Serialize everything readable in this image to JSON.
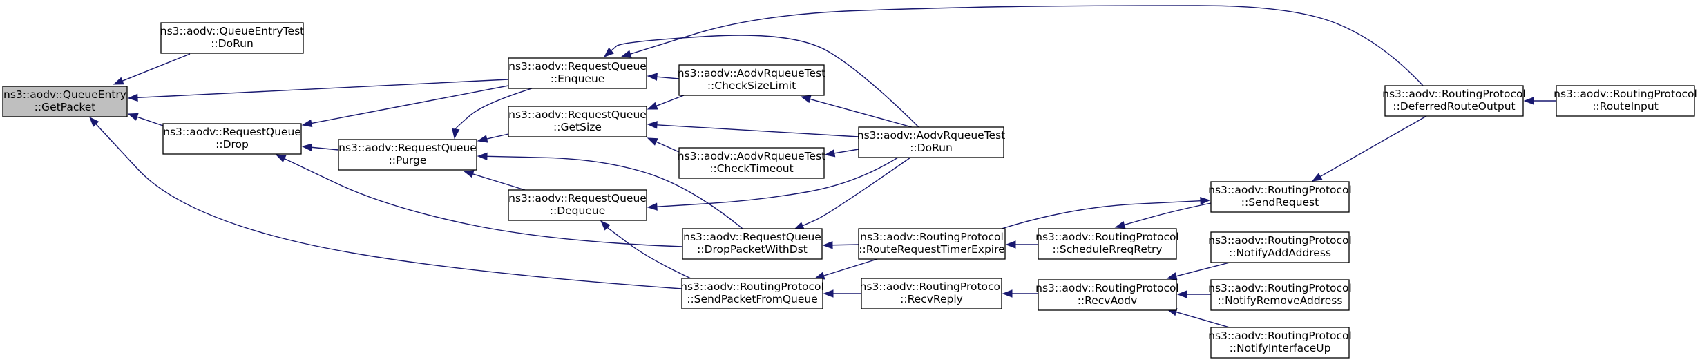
{
  "graph": {
    "nodes": [
      {
        "id": "getpacket",
        "lines": [
          "ns3::aodv::QueueEntry",
          "::GetPacket"
        ],
        "highlight": true
      },
      {
        "id": "qe_test_dorun",
        "lines": [
          "ns3::aodv::QueueEntryTest",
          "::DoRun"
        ]
      },
      {
        "id": "rq_drop",
        "lines": [
          "ns3::aodv::RequestQueue",
          "::Drop"
        ]
      },
      {
        "id": "rq_purge",
        "lines": [
          "ns3::aodv::RequestQueue",
          "::Purge"
        ]
      },
      {
        "id": "rq_enqueue",
        "lines": [
          "ns3::aodv::RequestQueue",
          "::Enqueue"
        ]
      },
      {
        "id": "rq_getsize",
        "lines": [
          "ns3::aodv::RequestQueue",
          "::GetSize"
        ]
      },
      {
        "id": "rq_dequeue",
        "lines": [
          "ns3::aodv::RequestQueue",
          "::Dequeue"
        ]
      },
      {
        "id": "rqt_checksizelimit",
        "lines": [
          "ns3::aodv::AodvRqueueTest",
          "::CheckSizeLimit"
        ]
      },
      {
        "id": "rqt_checktimeout",
        "lines": [
          "ns3::aodv::AodvRqueueTest",
          "::CheckTimeout"
        ]
      },
      {
        "id": "rq_droppacketwithdst",
        "lines": [
          "ns3::aodv::RequestQueue",
          "::DropPacketWithDst"
        ]
      },
      {
        "id": "rp_sendpacketfromqueue",
        "lines": [
          "ns3::aodv::RoutingProtocol",
          "::SendPacketFromQueue"
        ]
      },
      {
        "id": "rqt_dorun",
        "lines": [
          "ns3::aodv::AodvRqueueTest",
          "::DoRun"
        ]
      },
      {
        "id": "rp_routerequesttimerexpire",
        "lines": [
          "ns3::aodv::RoutingProtocol",
          "::RouteRequestTimerExpire"
        ]
      },
      {
        "id": "rp_recvreply",
        "lines": [
          "ns3::aodv::RoutingProtocol",
          "::RecvReply"
        ]
      },
      {
        "id": "rp_schedulerreqretry",
        "lines": [
          "ns3::aodv::RoutingProtocol",
          "::ScheduleRreqRetry"
        ]
      },
      {
        "id": "rp_recvaodv",
        "lines": [
          "ns3::aodv::RoutingProtocol",
          "::RecvAodv"
        ]
      },
      {
        "id": "rp_sendrequest",
        "lines": [
          "ns3::aodv::RoutingProtocol",
          "::SendRequest"
        ]
      },
      {
        "id": "rp_notifyaddaddress",
        "lines": [
          "ns3::aodv::RoutingProtocol",
          "::NotifyAddAddress"
        ]
      },
      {
        "id": "rp_notifyremoveaddress",
        "lines": [
          "ns3::aodv::RoutingProtocol",
          "::NotifyRemoveAddress"
        ]
      },
      {
        "id": "rp_notifyinterfaceup",
        "lines": [
          "ns3::aodv::RoutingProtocol",
          "::NotifyInterfaceUp"
        ]
      },
      {
        "id": "rp_deferredrouteoutput",
        "lines": [
          "ns3::aodv::RoutingProtocol",
          "::DeferredRouteOutput"
        ]
      },
      {
        "id": "rp_routeinput",
        "lines": [
          "ns3::aodv::RoutingProtocol",
          "::RouteInput"
        ]
      }
    ],
    "edges": [
      {
        "from": "qe_test_dorun",
        "to": "getpacket"
      },
      {
        "from": "rq_enqueue",
        "to": "getpacket"
      },
      {
        "from": "rq_drop",
        "to": "getpacket"
      },
      {
        "from": "rp_sendpacketfromqueue",
        "to": "getpacket"
      },
      {
        "from": "rq_enqueue",
        "to": "rq_drop"
      },
      {
        "from": "rq_purge",
        "to": "rq_drop"
      },
      {
        "from": "rq_droppacketwithdst",
        "to": "rq_drop"
      },
      {
        "from": "rq_enqueue",
        "to": "rq_purge"
      },
      {
        "from": "rq_getsize",
        "to": "rq_purge"
      },
      {
        "from": "rq_dequeue",
        "to": "rq_purge"
      },
      {
        "from": "rq_droppacketwithdst",
        "to": "rq_purge"
      },
      {
        "from": "rqt_checksizelimit",
        "to": "rq_enqueue"
      },
      {
        "from": "rqt_dorun",
        "to": "rq_enqueue"
      },
      {
        "from": "rp_deferredrouteoutput",
        "to": "rq_enqueue"
      },
      {
        "from": "rqt_checksizelimit",
        "to": "rq_getsize"
      },
      {
        "from": "rqt_checktimeout",
        "to": "rq_getsize"
      },
      {
        "from": "rqt_dorun",
        "to": "rq_getsize"
      },
      {
        "from": "rqt_dorun",
        "to": "rq_dequeue"
      },
      {
        "from": "rp_sendpacketfromqueue",
        "to": "rq_dequeue"
      },
      {
        "from": "rqt_dorun",
        "to": "rqt_checksizelimit"
      },
      {
        "from": "rqt_dorun",
        "to": "rqt_checktimeout"
      },
      {
        "from": "rqt_dorun",
        "to": "rq_droppacketwithdst"
      },
      {
        "from": "rp_routerequesttimerexpire",
        "to": "rq_droppacketwithdst"
      },
      {
        "from": "rp_routerequesttimerexpire",
        "to": "rp_sendpacketfromqueue"
      },
      {
        "from": "rp_recvreply",
        "to": "rp_sendpacketfromqueue"
      },
      {
        "from": "rp_schedulerreqretry",
        "to": "rp_routerequesttimerexpire"
      },
      {
        "from": "rp_sendrequest",
        "to": "rp_schedulerreqretry"
      },
      {
        "from": "rp_recvaodv",
        "to": "rp_recvreply"
      },
      {
        "from": "rp_notifyaddaddress",
        "to": "rp_recvaodv"
      },
      {
        "from": "rp_notifyremoveaddress",
        "to": "rp_recvaodv"
      },
      {
        "from": "rp_notifyinterfaceup",
        "to": "rp_recvaodv"
      },
      {
        "from": "rp_routerequesttimerexpire",
        "to": "rp_sendrequest"
      },
      {
        "from": "rp_deferredrouteoutput",
        "to": "rp_sendrequest"
      },
      {
        "from": "rp_routeinput",
        "to": "rp_deferredrouteoutput"
      }
    ],
    "colors": {
      "edge": "#191970",
      "node_fill": "#ffffff",
      "node_highlight_fill": "#bfbfbf",
      "node_border": "#000000"
    }
  }
}
